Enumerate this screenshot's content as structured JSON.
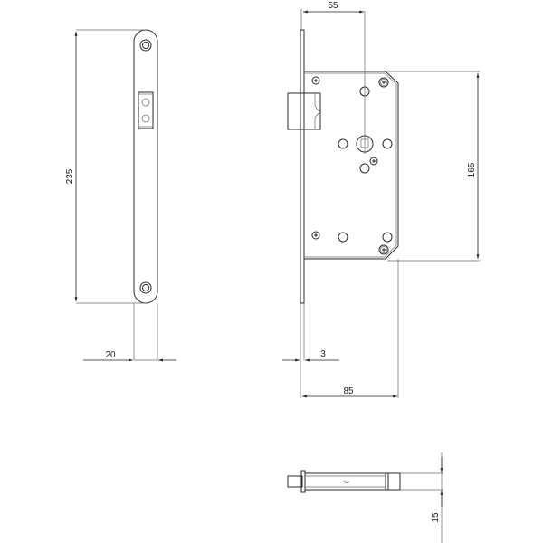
{
  "drawing": {
    "subject": "mortise-lock-technical-drawing",
    "views": [
      "faceplate-front-view",
      "lock-body-side-view",
      "latch-bolt-top-view"
    ]
  },
  "dimensions": {
    "faceplate_height": "235",
    "faceplate_width": "20",
    "backset": "55",
    "body_height": "165",
    "faceplate_thickness": "3",
    "body_depth": "85",
    "bolt_height": "15"
  },
  "colors": {
    "line": "#2b2b2b",
    "background": "#ffffff"
  }
}
